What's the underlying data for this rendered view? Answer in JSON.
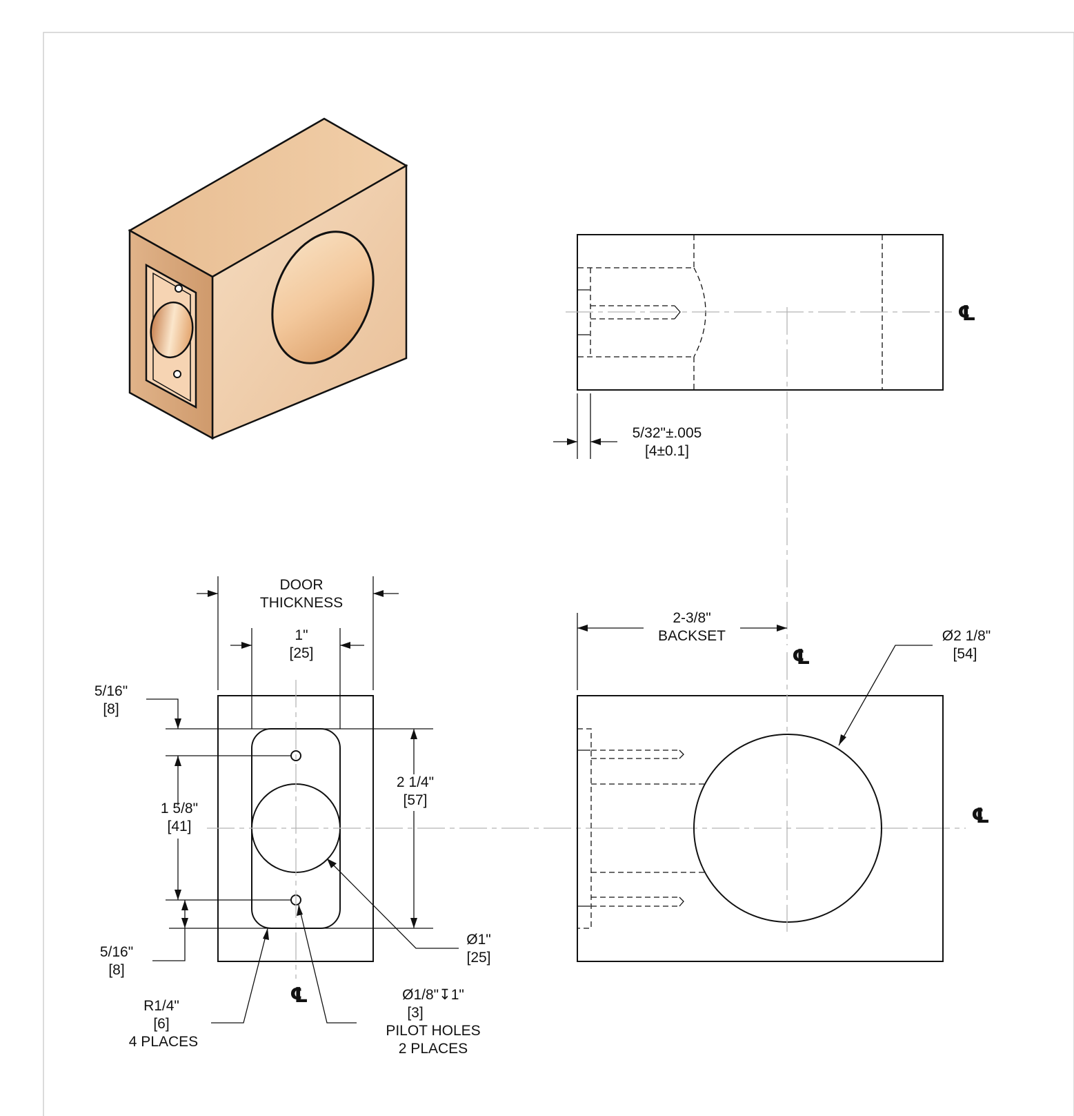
{
  "centerline_symbol": "℄",
  "colors": {
    "wood_light": "#f3d9bd",
    "wood_mid": "#e3b48b",
    "wood_dark": "#c98f5f",
    "line": "#111111",
    "centerline": "#b5b5b5"
  },
  "top_view": {
    "lip_dim": {
      "line1": "5/32\"±.005",
      "line2": "[4±0.1]"
    }
  },
  "edge_view": {
    "door_thickness": {
      "line1": "DOOR",
      "line2": "THICKNESS"
    },
    "faceplate_width": {
      "line1": "1\"",
      "line2": "[25]"
    },
    "top_offset": {
      "line1": "5/16\"",
      "line2": "[8]"
    },
    "hole_spacing": {
      "line1": "1 5/8\"",
      "line2": "[41]"
    },
    "bottom_offset": {
      "line1": "5/16\"",
      "line2": "[8]"
    },
    "faceplate_height": {
      "line1": "2 1/4\"",
      "line2": "[57]"
    },
    "bore": {
      "line1": "Ø1\"",
      "line2": "[25]"
    },
    "radius": {
      "line1": "R1/4\"",
      "line2": "[6]",
      "line3": "4 PLACES"
    },
    "pilot": {
      "line1": "Ø1/8\"↧1\"",
      "line2": "[3]",
      "line3": "PILOT HOLES",
      "line4": "2 PLACES"
    }
  },
  "face_view": {
    "backset": {
      "line1": "2-3/8\"",
      "line2": "BACKSET"
    },
    "bore": {
      "line1": "Ø2 1/8\"",
      "line2": "[54]"
    }
  }
}
